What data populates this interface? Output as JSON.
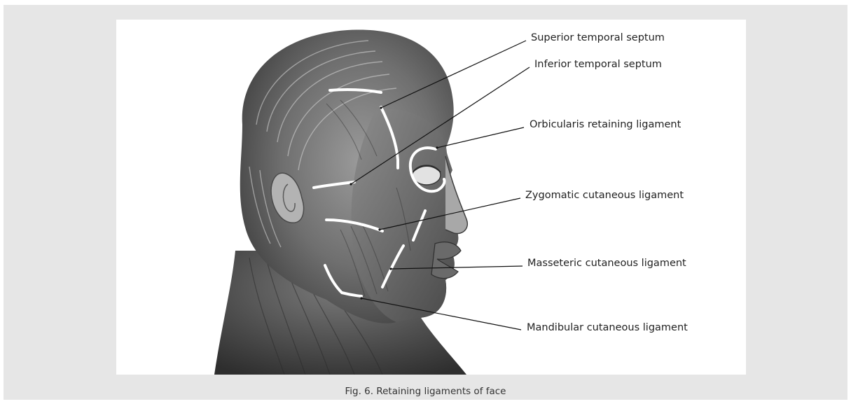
{
  "figure": {
    "labels": {
      "superior_temporal_septum": "Superior temporal septum",
      "inferior_temporal_septum": "Inferior temporal septum",
      "orbicularis_retaining_ligament": "Orbicularis retaining ligament",
      "zygomatic_cutaneous_ligament": "Zygomatic cutaneous ligament",
      "masseteric_cutaneous_ligament": "Masseteric cutaneous ligament",
      "mandibular_cutaneous_ligament": "Mandibular cutaneous ligament"
    },
    "caption": "Fig. 6. Retaining ligaments of face"
  },
  "colors": {
    "frame_background": "#e6e6e6",
    "panel_background": "#ffffff",
    "ligament_marks": "#ffffff",
    "leader_lines": "#111111"
  }
}
